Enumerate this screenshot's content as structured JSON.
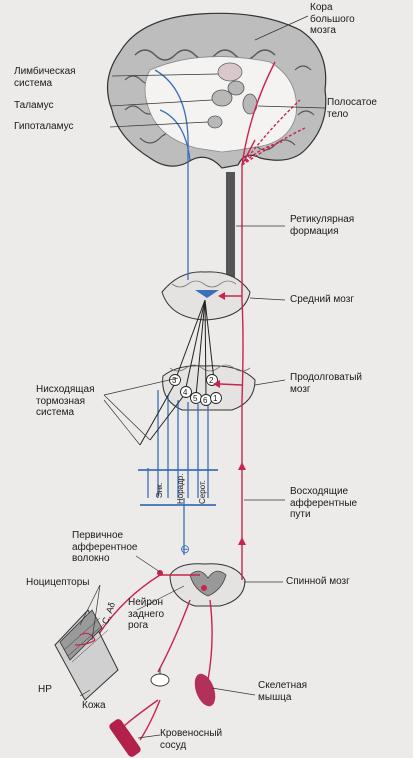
{
  "labels": {
    "cortex": "Кора\nбольшого\nмозга",
    "limbic": "Лимбическая\nсистема",
    "thalamus": "Таламус",
    "hypothalamus": "Гипоталамус",
    "striatum": "Полосатое\nтело",
    "reticular": "Ретикулярная\nформация",
    "midbrain": "Средний мозг",
    "medulla": "Продолговатый\nмозг",
    "descending": "Нисходящая\nтормозная\nсистема",
    "ascending": "Восходящие\nафферентные\nпути",
    "primary_afferent": "Первичное\nафферентное\nволокно",
    "nociceptors": "Ноцицепторы",
    "dorsal_horn_neuron": "Нейрон\nзаднего\nрога",
    "spinal_cord": "Спинной мозг",
    "skin": "Кожа",
    "hr": "НР",
    "fiber_type": "С, Аδ",
    "skeletal_muscle": "Скелетная\nмышца",
    "blood_vessel": "Кровеносный\nсосуд",
    "transmitter_enk": "Энк.",
    "transmitter_noradr": "Норадр.",
    "transmitter_serot": "Серот.",
    "inhibit_sign": "⊖",
    "nuclei": [
      "1",
      "2",
      "3",
      "4",
      "5",
      "6"
    ]
  },
  "colors": {
    "blue": "#3b6fb8",
    "red": "#c8244d",
    "dark": "#2a2a2a",
    "brain_gray": "#9a9a9a"
  }
}
